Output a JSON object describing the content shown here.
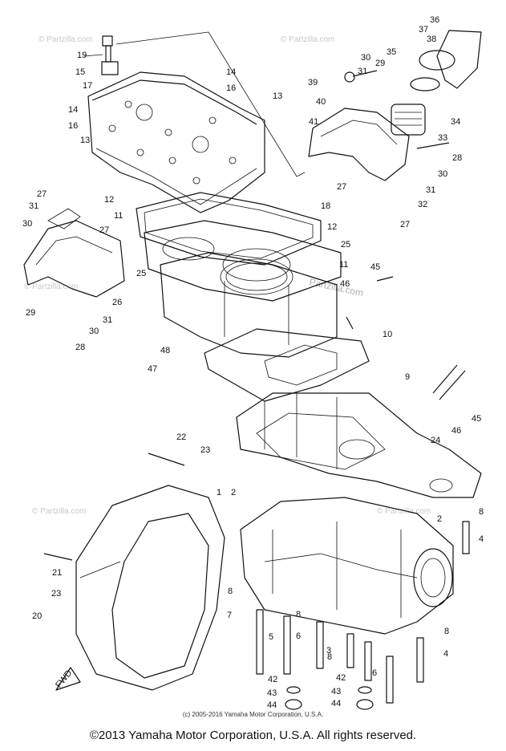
{
  "diagram": {
    "callouts": [
      {
        "id": "c19a",
        "text": "19"
      },
      {
        "id": "c15",
        "text": "15"
      },
      {
        "id": "c17",
        "text": "17"
      },
      {
        "id": "c14a",
        "text": "14"
      },
      {
        "id": "c16a",
        "text": "16"
      },
      {
        "id": "c13a",
        "text": "13"
      },
      {
        "id": "c14b",
        "text": "14"
      },
      {
        "id": "c16b",
        "text": "16"
      },
      {
        "id": "c13b",
        "text": "13"
      },
      {
        "id": "c39",
        "text": "39"
      },
      {
        "id": "c30a",
        "text": "30"
      },
      {
        "id": "c29a",
        "text": "29"
      },
      {
        "id": "c35",
        "text": "35"
      },
      {
        "id": "c36",
        "text": "36"
      },
      {
        "id": "c37",
        "text": "37"
      },
      {
        "id": "c38",
        "text": "38"
      },
      {
        "id": "c40",
        "text": "40"
      },
      {
        "id": "c31a",
        "text": "31"
      },
      {
        "id": "c41",
        "text": "41"
      },
      {
        "id": "c34",
        "text": "34"
      },
      {
        "id": "c33",
        "text": "33"
      },
      {
        "id": "c28a",
        "text": "28"
      },
      {
        "id": "c30b",
        "text": "30"
      },
      {
        "id": "c31b",
        "text": "31"
      },
      {
        "id": "c27a",
        "text": "27"
      },
      {
        "id": "c32",
        "text": "32"
      },
      {
        "id": "c27b",
        "text": "27"
      },
      {
        "id": "c12a",
        "text": "12"
      },
      {
        "id": "c18",
        "text": "18"
      },
      {
        "id": "c27c",
        "text": "27"
      },
      {
        "id": "c31c",
        "text": "31"
      },
      {
        "id": "c30c",
        "text": "30"
      },
      {
        "id": "c11a",
        "text": "11"
      },
      {
        "id": "c12b",
        "text": "12"
      },
      {
        "id": "c27d",
        "text": "27"
      },
      {
        "id": "c25a",
        "text": "25"
      },
      {
        "id": "c25b",
        "text": "25"
      },
      {
        "id": "c11b",
        "text": "11"
      },
      {
        "id": "c45a",
        "text": "45"
      },
      {
        "id": "c26",
        "text": "26"
      },
      {
        "id": "c46a",
        "text": "46"
      },
      {
        "id": "c29b",
        "text": "29"
      },
      {
        "id": "c30d",
        "text": "30"
      },
      {
        "id": "c31d",
        "text": "31"
      },
      {
        "id": "c10",
        "text": "10"
      },
      {
        "id": "c28b",
        "text": "28"
      },
      {
        "id": "c48",
        "text": "48"
      },
      {
        "id": "c47",
        "text": "47"
      },
      {
        "id": "c9",
        "text": "9"
      },
      {
        "id": "c45b",
        "text": "45"
      },
      {
        "id": "c46b",
        "text": "46"
      },
      {
        "id": "c24",
        "text": "24"
      },
      {
        "id": "c22",
        "text": "22"
      },
      {
        "id": "c23a",
        "text": "23"
      },
      {
        "id": "c1",
        "text": "1"
      },
      {
        "id": "c2a",
        "text": "2"
      },
      {
        "id": "c2b",
        "text": "2"
      },
      {
        "id": "c8a",
        "text": "8"
      },
      {
        "id": "c4a",
        "text": "4"
      },
      {
        "id": "c21",
        "text": "21"
      },
      {
        "id": "c23b",
        "text": "23"
      },
      {
        "id": "c20",
        "text": "20"
      },
      {
        "id": "c8b",
        "text": "8"
      },
      {
        "id": "c7",
        "text": "7"
      },
      {
        "id": "c8c",
        "text": "8"
      },
      {
        "id": "c5",
        "text": "5"
      },
      {
        "id": "c6a",
        "text": "6"
      },
      {
        "id": "c3",
        "text": "3"
      },
      {
        "id": "c8d",
        "text": "8"
      },
      {
        "id": "c8e",
        "text": "8"
      },
      {
        "id": "c4b",
        "text": "4"
      },
      {
        "id": "c42a",
        "text": "42"
      },
      {
        "id": "c42b",
        "text": "42"
      },
      {
        "id": "c6b",
        "text": "6"
      },
      {
        "id": "c43a",
        "text": "43"
      },
      {
        "id": "c43b",
        "text": "43"
      },
      {
        "id": "c44a",
        "text": "44"
      },
      {
        "id": "c44b",
        "text": "44"
      }
    ],
    "fwd_label": "FWD",
    "watermark_text": "© Partzilla.com",
    "watermark_center": "Partzilla.com",
    "inner_copyright": "(c) 2005-2016 Yamaha Motor Corporation, U.S.A."
  },
  "footer": {
    "copyright": "©2013 Yamaha Motor Corporation, U.S.A. All rights reserved."
  }
}
